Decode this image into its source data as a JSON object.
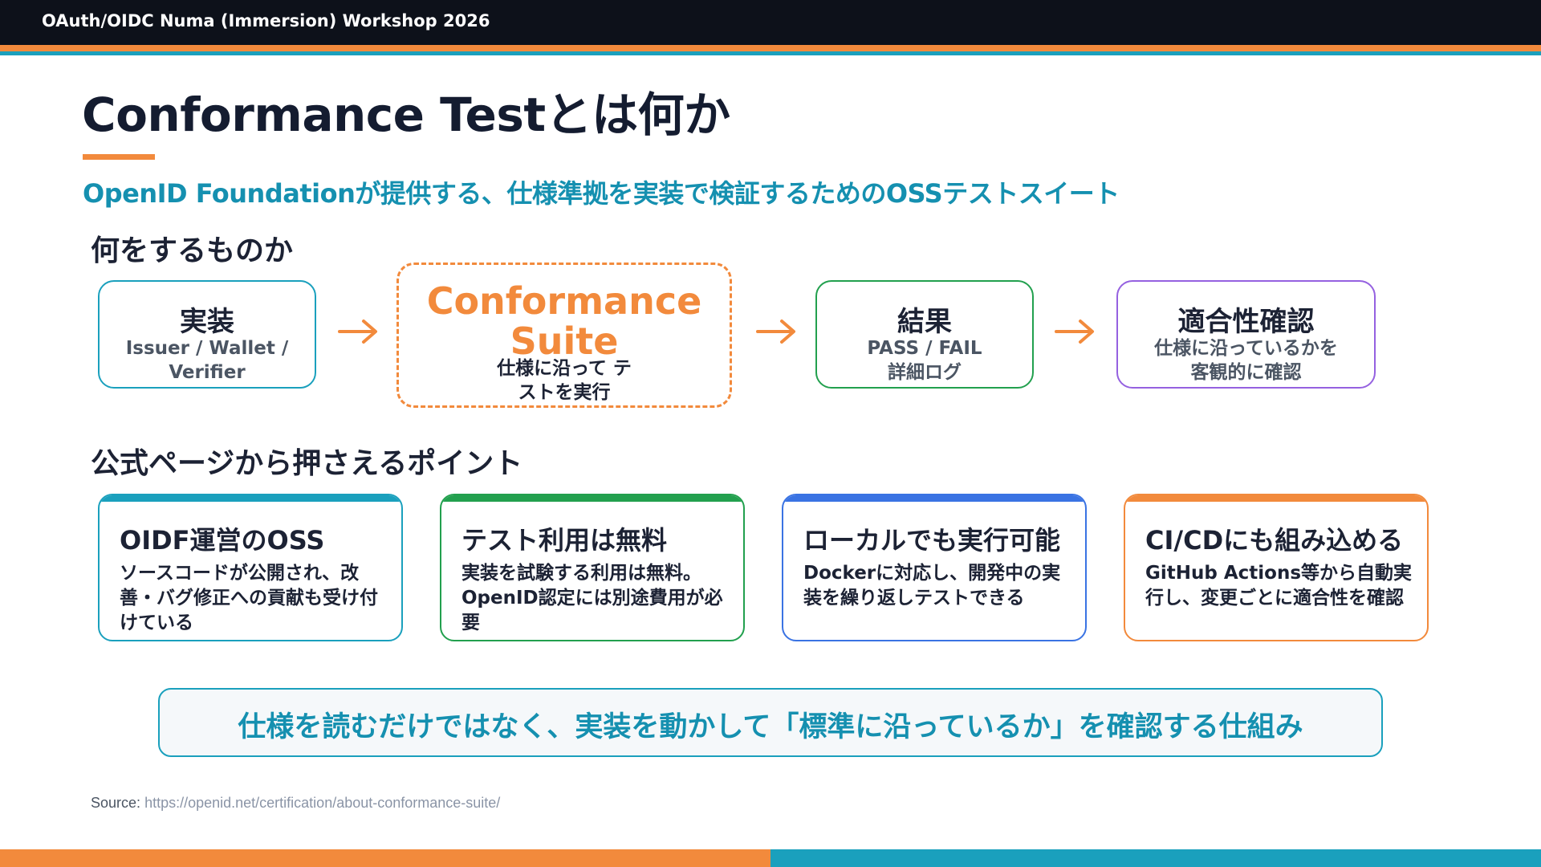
{
  "header": {
    "title": "OAuth/OIDC Numa (Immersion) Workshop 2026"
  },
  "slide": {
    "title": "Conformance Testとは何か",
    "subtitle": "OpenID Foundationが提供する、仕様準拠を実装で検証するためのOSSテストスイート"
  },
  "section1": {
    "heading": "何をするものか",
    "flow": [
      {
        "title": "実装",
        "desc": "Issuer / Wallet / Verifier"
      },
      {
        "title": "Conformance Suite",
        "desc": "仕様に沿って テストを実行"
      },
      {
        "title": "結果",
        "desc": "PASS / FAIL 詳細ログ"
      },
      {
        "title": "適合性確認",
        "desc": "仕様に沿っているかを 客観的に確認"
      }
    ]
  },
  "section2": {
    "heading": "公式ページから押さえるポイント",
    "cards": [
      {
        "title": "OIDF運営のOSS",
        "body": "ソースコードが公開され、改善・バグ修正への貢献も受け付けている"
      },
      {
        "title": "テスト利用は無料",
        "body": "実装を試験する利用は無料。OpenID認定には別途費用が必要"
      },
      {
        "title": "ローカルでも実行可能",
        "body": "Dockerに対応し、開発中の実装を繰り返しテストできる"
      },
      {
        "title": "CI/CDにも組み込める",
        "body": "GitHub Actions等から自動実行し、変更ごとに適合性を確認"
      }
    ]
  },
  "callout": {
    "text": "仕様を読むだけではなく、実装を動かして「標準に沿っているか」を確認する仕組み"
  },
  "source": {
    "label": "Source:",
    "url": "https://openid.net/certification/about-conformance-suite/"
  },
  "colors": {
    "orange": "#f28a3c",
    "teal": "#1aa0bd",
    "green": "#22a04e",
    "blue": "#3a73e3",
    "purple": "#9561e0",
    "dark": "#0d111a"
  }
}
